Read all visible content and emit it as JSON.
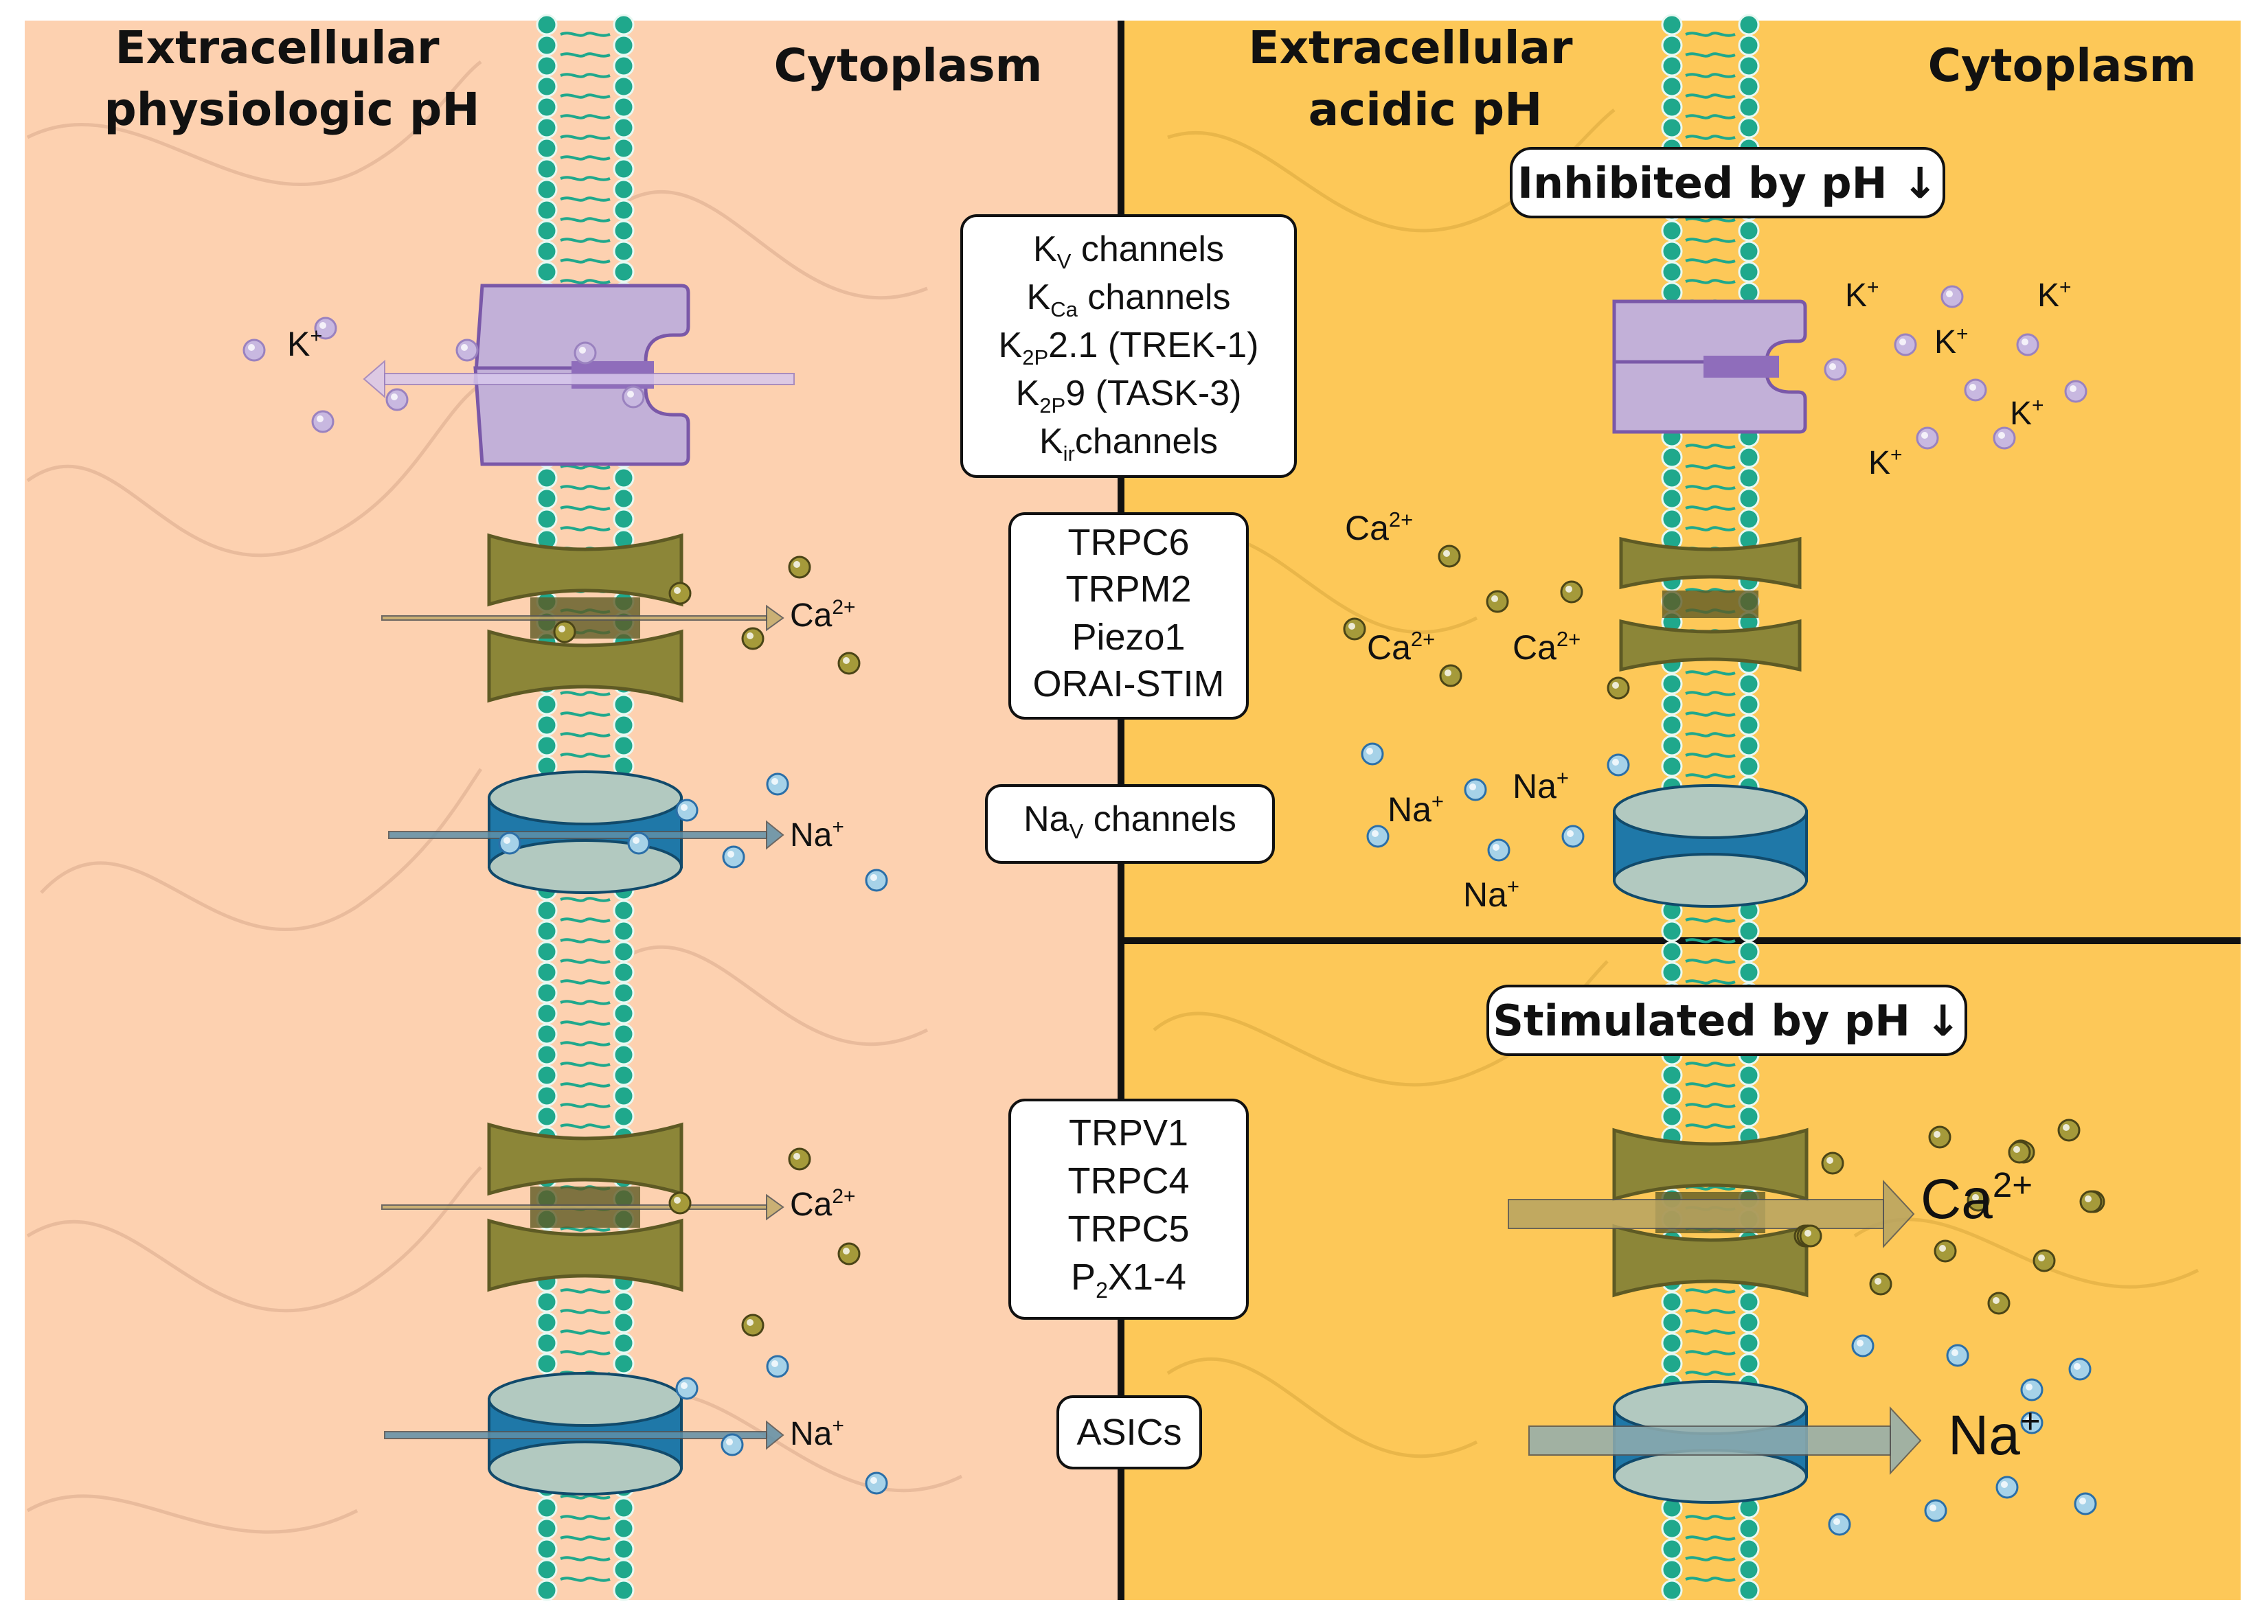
{
  "headings": {
    "left_extracellular": [
      "Extracellular",
      "physiologic pH"
    ],
    "left_cytoplasm": "Cytoplasm",
    "right_extracellular": [
      "Extracellular",
      "acidic pH"
    ],
    "right_cytoplasm": "Cytoplasm"
  },
  "pills": {
    "inhibited": "Inhibited by pH ↓",
    "stimulated": "Stimulated by pH ↓"
  },
  "center_boxes": {
    "potassium": [
      {
        "main": "K",
        "sub": "V",
        "rest": " channels"
      },
      {
        "main": "K",
        "sub": "Ca",
        "rest": " channels"
      },
      {
        "main": "K",
        "sub": "2P",
        "rest": "2.1 (TREK-1)"
      },
      {
        "main": "K",
        "sub": "2P",
        "rest": "9 (TASK-3)"
      },
      {
        "main": "K",
        "sub": "ir",
        "rest": "channels"
      }
    ],
    "calcium_inhibited": [
      "TRPC6",
      "TRPM2",
      "Piezo1",
      "ORAI-STIM"
    ],
    "sodium_inhibited": [
      {
        "main": "Na",
        "sub": "V",
        "rest": " channels"
      }
    ],
    "calcium_stimulated": [
      {
        "main": "TRPV1",
        "sub": "",
        "rest": ""
      },
      {
        "main": "TRPC4",
        "sub": "",
        "rest": ""
      },
      {
        "main": "TRPC5",
        "sub": "",
        "rest": ""
      },
      {
        "main": "P",
        "sub": "2",
        "rest": "X1-4"
      }
    ],
    "sodium_stimulated": [
      "ASICs"
    ]
  },
  "ions": {
    "k": {
      "base": "K",
      "charge": "+"
    },
    "ca": {
      "base": "Ca",
      "charge": "2+"
    },
    "na": {
      "base": "Na",
      "charge": "+"
    }
  },
  "colors": {
    "left_bg": "#fdd1b0",
    "right_bg": "#fdc858",
    "membrane_head": "#1fa88c",
    "k_channel": "#c2b0d8",
    "k_channel_dark": "#8f6dbb",
    "ca_channel": "#8c8638",
    "ca_channel_dark": "#5e5a24",
    "na_channel_light": "#b2c9c0",
    "na_channel_dark": "#1f78a8",
    "k_ion": "#c8b8e0",
    "ca_ion": "#a59a3a",
    "na_ion": "#a6d2e8",
    "divider": "#111111"
  }
}
